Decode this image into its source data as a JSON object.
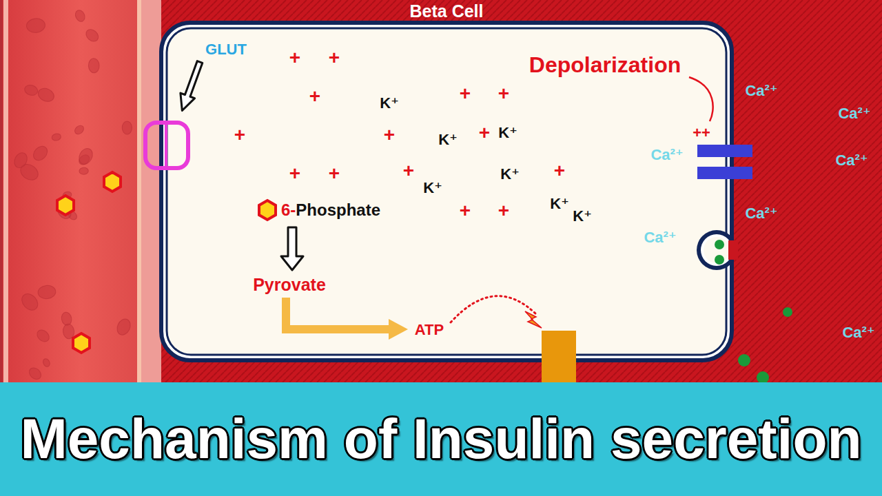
{
  "diagram": {
    "title": "Mechanism of Insulin secretion",
    "nodes": [
      {
        "text": [
          "Beta Cell"
        ]
      }
    ],
    "labels": [
      "GLUT",
      "+",
      "+",
      "+",
      "+",
      "+",
      "K⁺",
      "Depolarization",
      "+",
      "+",
      "K⁺",
      "+",
      "K⁺",
      "++",
      "+",
      "+",
      "+",
      "K⁺",
      "+",
      "K⁺",
      "6-",
      "Phosphate",
      "+",
      "+",
      "K⁺",
      "K⁺",
      "Pyrovate",
      "ATP",
      "Ca²⁺",
      "Ca²⁺",
      "Ca²⁺",
      "Ca²⁺",
      "Ca²⁺",
      "Ca²⁺",
      "Ca²⁺"
    ]
  }
}
